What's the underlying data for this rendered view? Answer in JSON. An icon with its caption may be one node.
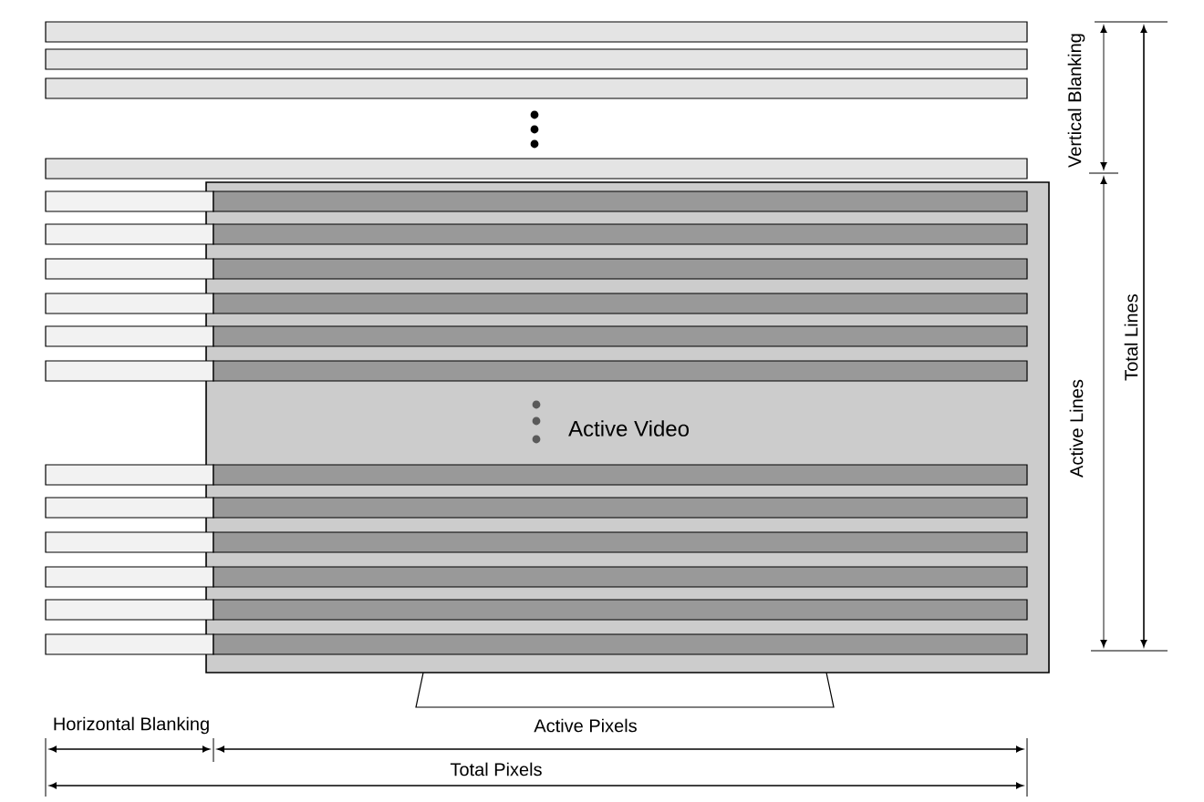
{
  "diagram": {
    "nodes": [
      {
        "text": [
          "Active Video"
        ]
      }
    ],
    "labels": [
      "Vertical Blanking",
      "Total Lines",
      "Active Lines",
      "Horizontal Blanking",
      "Active Pixels",
      "Total Pixels"
    ]
  }
}
